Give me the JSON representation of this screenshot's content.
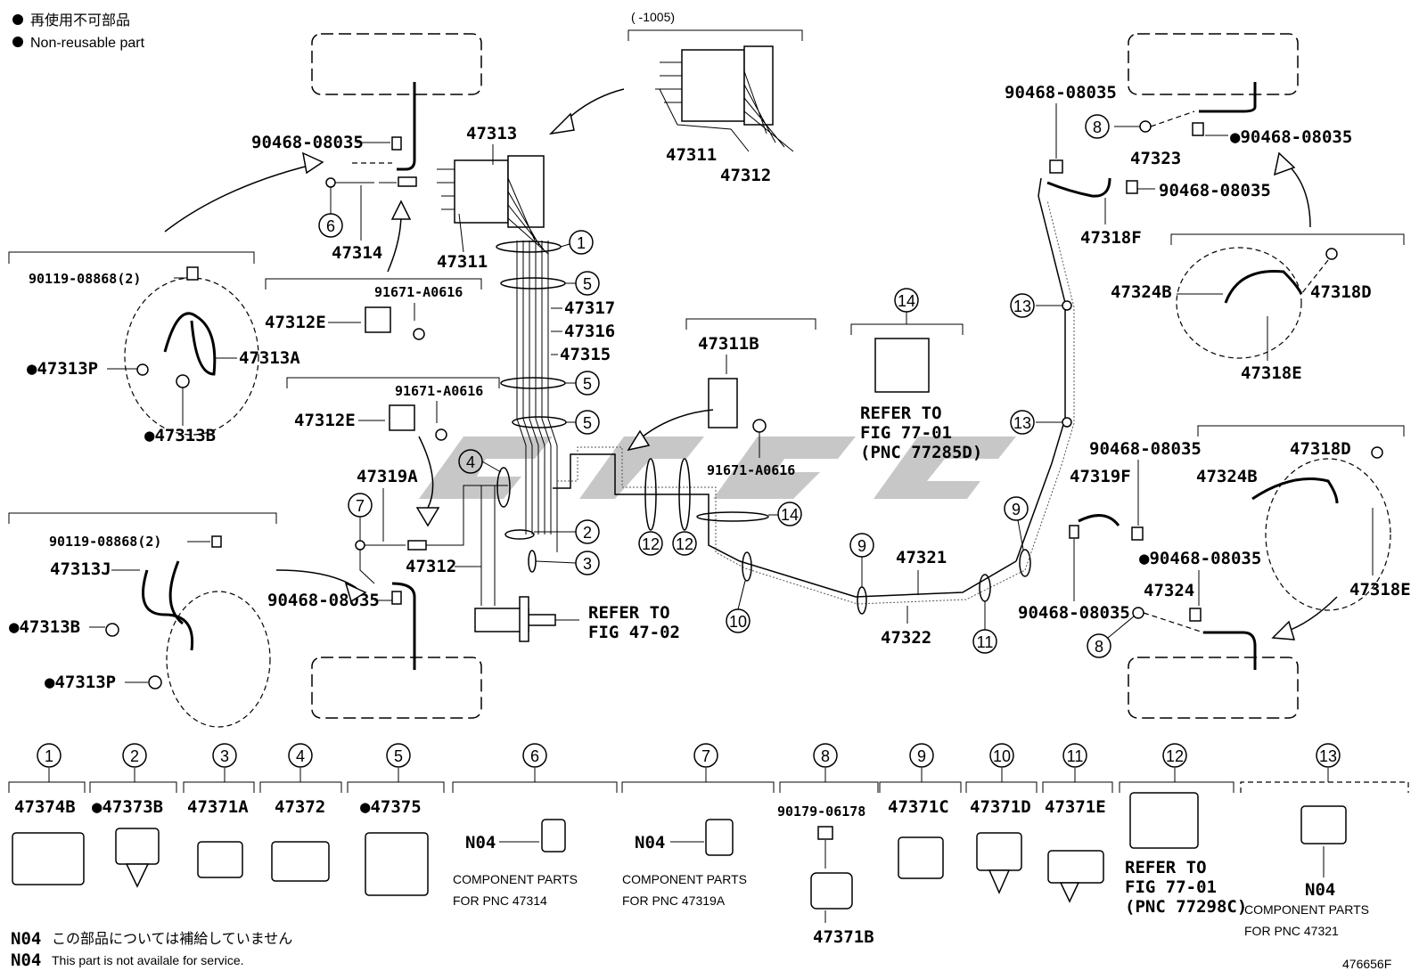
{
  "legend": {
    "line1_jp": "再使用不可部品",
    "line2_en": "Non-reusable part"
  },
  "header": {
    "range_label": "(      -1005)"
  },
  "labels": {
    "p47313": "47313",
    "p47311_top": "47311",
    "p47312_top": "47312",
    "p90468_a": "90468-08035",
    "p47314": "47314",
    "p47311": "47311",
    "p90119_a": "90119-08868(2)",
    "p47313P_a": "●47313P",
    "p47313A": "47313A",
    "p47313B_a": "●47313B",
    "p91671_a": "91671-A0616",
    "p47312E_a": "47312E",
    "p47317": "47317",
    "p47316": "47316",
    "p47315": "47315",
    "p91671_b": "91671-A0616",
    "p47312E_b": "47312E",
    "p47319A": "47319A",
    "p47312": "47312",
    "p90119_b": "90119-08868(2)",
    "p47313J": "47313J",
    "p47313B_b": "●47313B",
    "p47313P_b": "●47313P",
    "p90468_b": "90468-08035",
    "refer_47_1": "REFER TO",
    "refer_47_2": "FIG 47-02",
    "p47311B": "47311B",
    "p91671_c": "91671-A0616",
    "refer_77a_1": "REFER TO",
    "refer_77a_2": "FIG 77-01",
    "refer_77a_3": "(PNC 77285D)",
    "p47321": "47321",
    "p47322": "47322",
    "p90468_c": "90468-08035",
    "p47323": "47323",
    "p90468_d": "●90468-08035",
    "p90468_e": "90468-08035",
    "p47318F": "47318F",
    "p47324B_a": "47324B",
    "p47318D_a": "47318D",
    "p47318E_a": "47318E",
    "p90468_f": "90468-08035",
    "p47319F": "47319F",
    "p47318D_b": "47318D",
    "p47324B_b": "47324B",
    "p90468_g": "●90468-08035",
    "p47324": "47324",
    "p47318E_b": "47318E",
    "p90468_h": "90468-08035"
  },
  "callouts": [
    "1",
    "2",
    "3",
    "4",
    "5",
    "6",
    "7",
    "8",
    "9",
    "10",
    "11",
    "12",
    "13",
    "14"
  ],
  "bottom_parts": [
    {
      "num": "1",
      "pn": "47374B"
    },
    {
      "num": "2",
      "pn": "●47373B"
    },
    {
      "num": "3",
      "pn": "47371A"
    },
    {
      "num": "4",
      "pn": "47372"
    },
    {
      "num": "5",
      "pn": "●47375"
    },
    {
      "num": "6",
      "pn": "N04",
      "note1": "COMPONENT PARTS",
      "note2": "FOR PNC 47314"
    },
    {
      "num": "7",
      "pn": "N04",
      "note1": "COMPONENT PARTS",
      "note2": "FOR PNC 47319A"
    },
    {
      "num": "8",
      "pn": "90179-06178",
      "pn2": "47371B"
    },
    {
      "num": "9",
      "pn": "47371C"
    },
    {
      "num": "10",
      "pn": "47371D"
    },
    {
      "num": "11",
      "pn": "47371E"
    },
    {
      "num": "12",
      "pn": "REFER TO",
      "note1": "FIG 77-01",
      "note2": "(PNC 77298C)"
    },
    {
      "num": "13",
      "pn": "N04",
      "note1": "COMPONENT PARTS",
      "note2": "FOR PNC 47321"
    }
  ],
  "footer": {
    "n04_jp_code": "N04",
    "n04_jp_text": "この部品については補給していません",
    "n04_en_code": "N04",
    "n04_en_text": "This part is not availale for service.",
    "figure_id": "476656F"
  }
}
